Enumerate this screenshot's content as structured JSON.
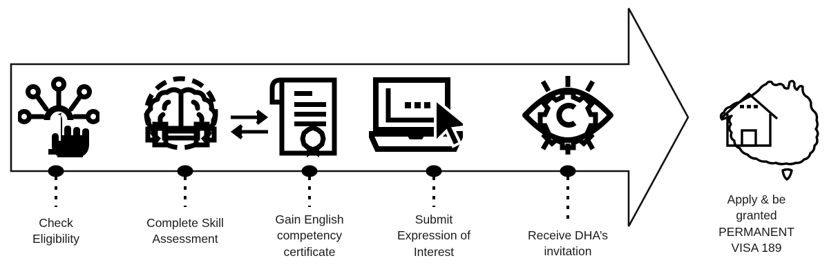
{
  "diagram": {
    "title": "Australia Permanent Visa 189 application process flow",
    "accent_color": "#000000",
    "text_color": "#1a1a1a",
    "background": "#ffffff",
    "arrow": {
      "name": "process-arrow",
      "direction": "right",
      "stroke": "#000000"
    },
    "steps": [
      {
        "index": 1,
        "icon": "hand-tap-network-icon",
        "label": "Check\nEligibility",
        "marker": "step-dot"
      },
      {
        "index": 2,
        "icon": "brain-dumbbell-icon",
        "label": "Complete Skill\nAssessment",
        "marker": "step-dot"
      },
      {
        "index": 3,
        "icon": "certificate-seal-icon",
        "connector_icon": "exchange-arrows-icon",
        "label": "Gain English\ncompetency\ncertificate",
        "marker": "step-dot"
      },
      {
        "index": 4,
        "icon": "laptop-cursor-icon",
        "label": "Submit\nExpression of\nInterest",
        "marker": "step-dot"
      },
      {
        "index": 5,
        "icon": "eye-gear-icon",
        "label": "Receive DHA’s\ninvitation",
        "marker": "step-dot"
      }
    ],
    "destination": {
      "icon": "australia-map-house-icon",
      "label": "Apply & be\ngranted\nPERMANENT\nVISA 189"
    }
  }
}
